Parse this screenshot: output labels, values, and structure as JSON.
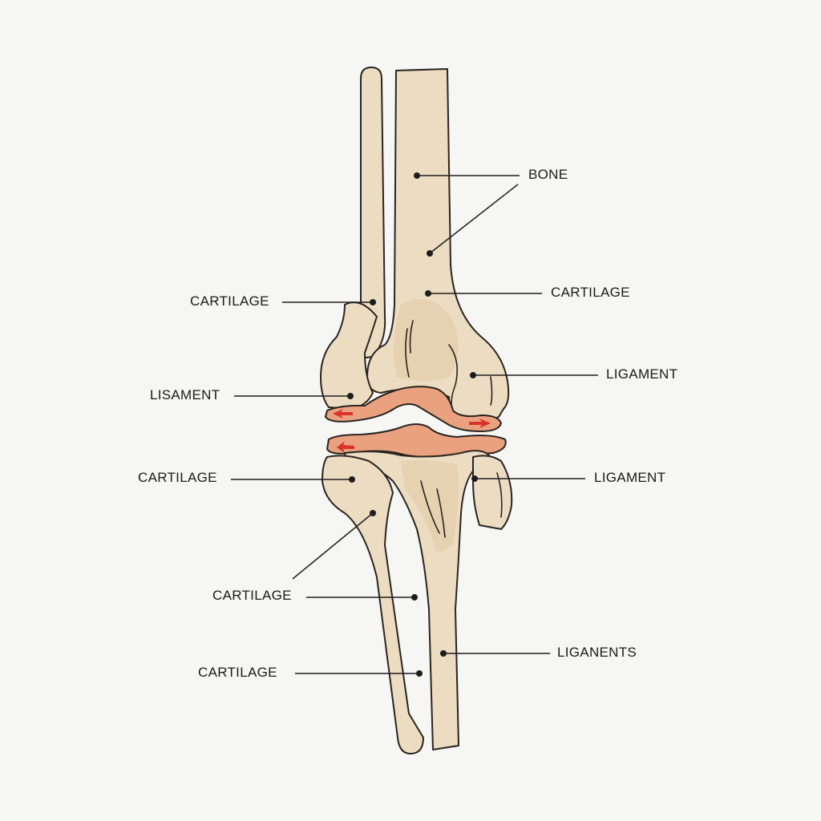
{
  "diagram": {
    "subject": "knee joint",
    "colors": {
      "background": "#f6f6f5",
      "bone": "#ecdcc2",
      "bone_shade": "#e2c9a2",
      "meniscus": "#e9a17f",
      "arrow": "#d8342a",
      "outline": "#2a2520"
    },
    "labels": [
      {
        "id": "bone",
        "text": "BONE",
        "side": "right"
      },
      {
        "id": "cartilage_r1",
        "text": "CARTILAGE",
        "side": "right"
      },
      {
        "id": "ligament_r1",
        "text": "LIGAMENT",
        "side": "right"
      },
      {
        "id": "ligament_r2",
        "text": "LIGAMENT",
        "side": "right"
      },
      {
        "id": "ligaments_r3",
        "text": "LIGANENTS",
        "side": "right"
      },
      {
        "id": "cartilage_l1",
        "text": "CARTILAGE",
        "side": "left"
      },
      {
        "id": "ligament_l1",
        "text": "LISAMENT",
        "side": "left"
      },
      {
        "id": "cartilage_l2",
        "text": "CARTILAGE",
        "side": "left"
      },
      {
        "id": "cartilage_l3",
        "text": "CARTILAGE",
        "side": "left"
      },
      {
        "id": "cartilage_l4",
        "text": "CARTILAGE",
        "side": "left"
      }
    ]
  }
}
